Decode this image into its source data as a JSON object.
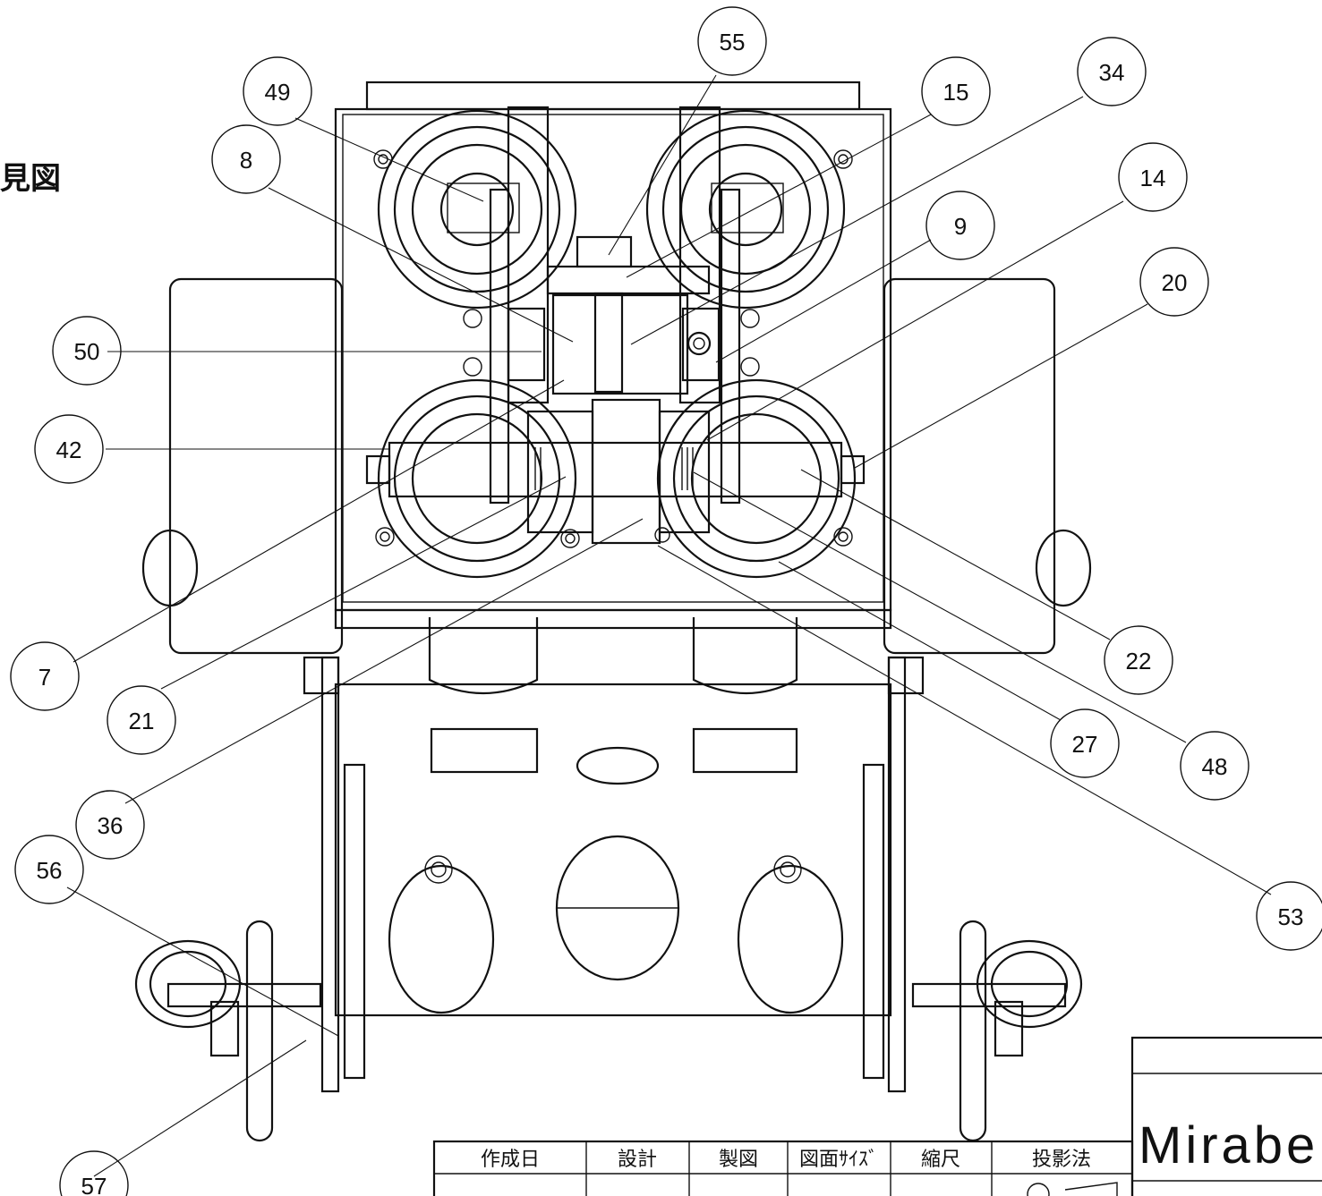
{
  "drawing": {
    "partial_title": "見図",
    "balloons": [
      "55",
      "49",
      "15",
      "34",
      "8",
      "14",
      "9",
      "20",
      "50",
      "42",
      "22",
      "7",
      "21",
      "27",
      "48",
      "36",
      "53",
      "56",
      "57"
    ]
  },
  "title_block": {
    "brand": "Mirabe",
    "headers": [
      "作成日",
      "設計",
      "製図",
      "図面ｻｲｽﾞ",
      "縮尺",
      "投影法"
    ]
  }
}
